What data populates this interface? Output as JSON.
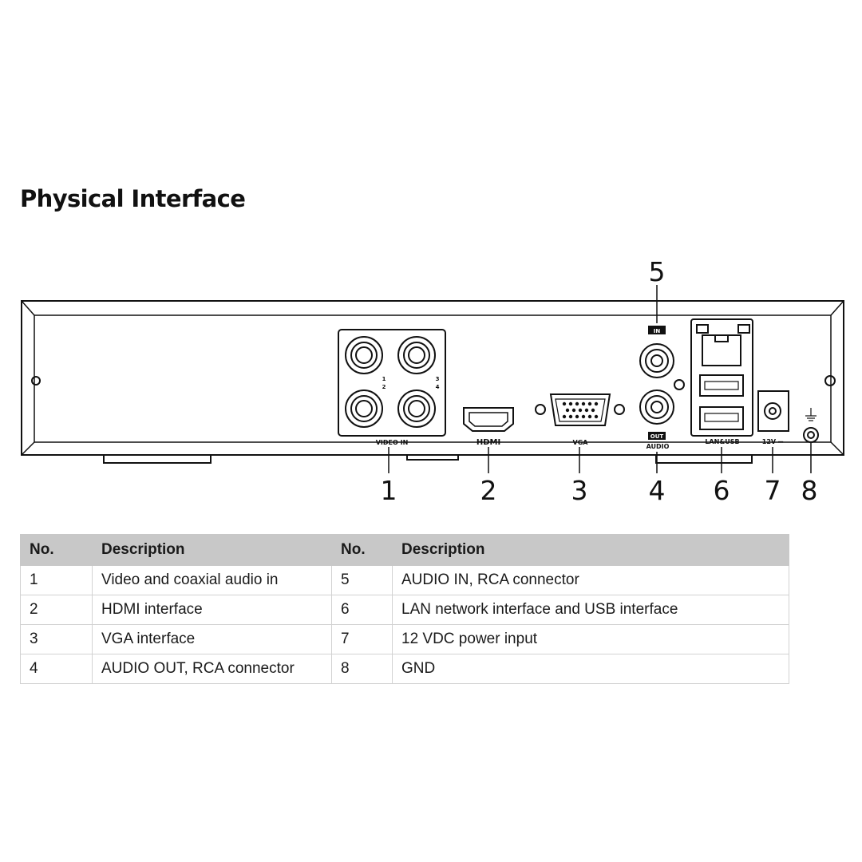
{
  "title": "Physical Interface",
  "panel_labels": {
    "video_in": "VIDEO IN",
    "hdmi": "HDMI",
    "vga": "VGA",
    "audio_in": "IN",
    "audio_out": "OUT",
    "audio": "AUDIO",
    "lan_usb": "LAN&USB",
    "power": "12V ⎓",
    "channels": [
      "1",
      "2",
      "3",
      "4"
    ]
  },
  "callouts": [
    "1",
    "2",
    "3",
    "4",
    "5",
    "6",
    "7",
    "8"
  ],
  "table": {
    "headers": [
      "No.",
      "Description",
      "No.",
      "Description"
    ],
    "rows": [
      [
        "1",
        "Video and coaxial audio in",
        "5",
        "AUDIO IN, RCA connector"
      ],
      [
        "2",
        "HDMI interface",
        "6",
        "LAN network interface and USB interface"
      ],
      [
        "3",
        "VGA interface",
        "7",
        "12 VDC power input"
      ],
      [
        "4",
        "AUDIO OUT, RCA connector",
        "8",
        "GND"
      ]
    ]
  }
}
